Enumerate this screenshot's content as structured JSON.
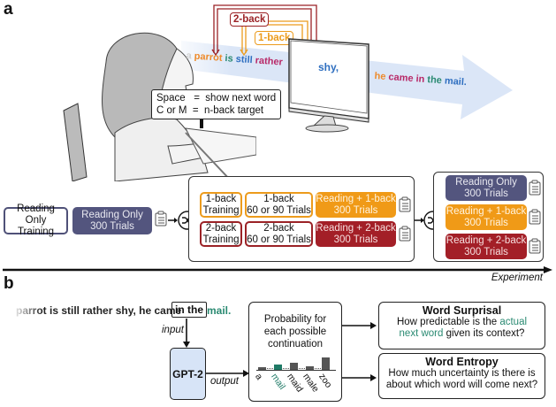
{
  "panel_a": {
    "label": "a",
    "nback_labels": {
      "two_back": "2-back",
      "one_back": "1-back"
    },
    "sentence_before": [
      {
        "text": "a",
        "color": "#cfcfcf"
      },
      {
        "text": "parrot",
        "color": "#ee8a2b"
      },
      {
        "text": "is",
        "color": "#2a8a72"
      },
      {
        "text": "still",
        "color": "#2f6fc0"
      },
      {
        "text": "rather",
        "color": "#b82867"
      }
    ],
    "screen_word": {
      "text": "shy,",
      "color": "#2f6fc0"
    },
    "sentence_after": [
      {
        "text": "he",
        "color": "#ee8a2b"
      },
      {
        "text": "came",
        "color": "#b82867"
      },
      {
        "text": "in",
        "color": "#b82867"
      },
      {
        "text": "the",
        "color": "#2a8a72"
      },
      {
        "text": "mail.",
        "color": "#2f6fc0"
      }
    ],
    "key_instructions": "Space   =  show next word\nC or M  =  n-back target",
    "timeline": {
      "start": [
        {
          "text": "Reading Only\nTraining",
          "style": "outline-navy"
        },
        {
          "text": "Reading Only\n300 Trials",
          "style": "fill-navy"
        }
      ],
      "nback_block": [
        [
          {
            "text": "1-back\nTraining",
            "style": "outline-orange"
          },
          {
            "text": "1-back\n60 or 90 Trials",
            "style": "outline-orange"
          },
          {
            "text": "Reading + 1-back\n300 Trials",
            "style": "fill-orange"
          }
        ],
        [
          {
            "text": "2-back\nTraining",
            "style": "outline-red"
          },
          {
            "text": "2-back\n60 or 90 Trials",
            "style": "outline-red"
          },
          {
            "text": "Reading + 2-back\n300 Trials",
            "style": "fill-red"
          }
        ]
      ],
      "final_block": [
        {
          "text": "Reading Only\n300 Trials",
          "style": "fill-navy"
        },
        {
          "text": "Reading + 1-back\n300 Trials",
          "style": "fill-orange"
        },
        {
          "text": "Reading + 2-back\n300 Trials",
          "style": "fill-red"
        }
      ],
      "axis_label": "Experiment"
    },
    "icons": [
      "clipboard-icon",
      "shuffle-icon"
    ]
  },
  "panel_b": {
    "label": "b",
    "context_text": "parrot is still rather shy, he came",
    "input_words": "in the",
    "target_word": "mail.",
    "input_label": "input",
    "output_label": "output",
    "model_name": "GPT-2",
    "prob_box_title": "Probability for\neach possible\ncontinuation",
    "prob_distribution": {
      "words": [
        "a",
        "mail",
        "maid",
        "male",
        "zoo"
      ],
      "relative_probability": [
        0.2,
        0.45,
        0.55,
        0.3,
        1.0
      ],
      "highlight": "mail",
      "highlight_color": "#1f7a66",
      "bar_color": "#555555"
    },
    "surprisal": {
      "title": "Word Surprisal",
      "line1_pre": "How predictable is the ",
      "line1_hl": "actual",
      "line2_hl": "next word",
      "line2_post": " given its context?"
    },
    "entropy": {
      "title": "Word Entropy",
      "line1": "How much uncertainty is there is",
      "line2": "about which word will come next?"
    }
  }
}
